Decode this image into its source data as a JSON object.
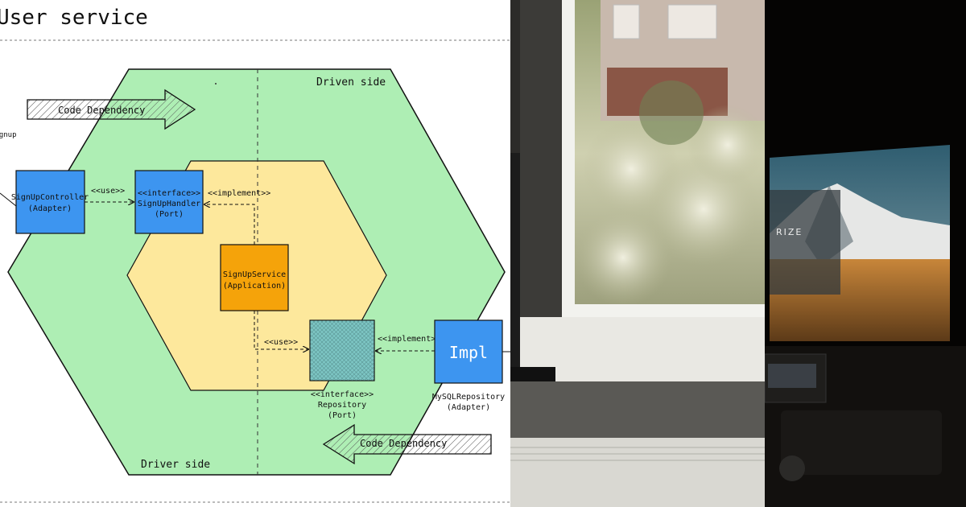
{
  "diagram": {
    "title": "User service",
    "sides": {
      "driven": "Driven side",
      "driver": "Driver side"
    },
    "arrows": {
      "code_dependency_top": "Code Dependency",
      "code_dependency_bottom": "Code Dependency"
    },
    "left_label": "signup",
    "edges": {
      "use_top": "<<use>>",
      "implement_top": "<<implement>>",
      "use_bottom": "<<use>>",
      "implement_bottom": "<<implement>>"
    },
    "nodes": {
      "controller": {
        "line1": "SignUpController",
        "line2": "(Adapter)"
      },
      "handler": {
        "line1": "<<interface>>",
        "line2": "SignUpHandler",
        "line3": "(Port)"
      },
      "service": {
        "line1": "SignUpService",
        "line2": "(Application)"
      },
      "repository_port": {
        "line1": "<<interface>>",
        "line2": "Repository",
        "line3": "(Port)"
      },
      "impl": {
        "label": "Impl",
        "name": "MySQLRepository",
        "role": "(Adapter)"
      }
    },
    "colors": {
      "outer_hex": "#aeeeb4",
      "inner_hex": "#fde89c",
      "adapter_box": "#3d95f0",
      "service_box": "#f5a30a",
      "port_box": "#7dc6c4"
    }
  },
  "photos": {
    "window": {
      "name": "window-photo"
    },
    "desk": {
      "monitor_text": "RIZE"
    }
  }
}
